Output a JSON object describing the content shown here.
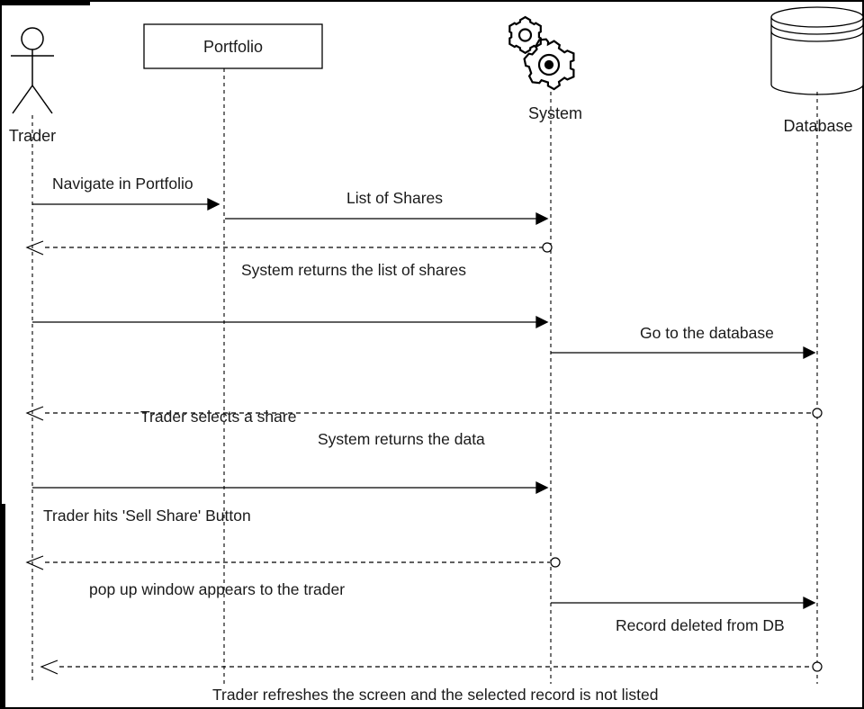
{
  "participants": {
    "trader": "Trader",
    "portfolio": "Portfolio",
    "system": "System",
    "database": "Database"
  },
  "messages": [
    "Navigate in Portfolio",
    "List of Shares",
    "System returns the list of shares",
    "Go to the database",
    "Trader selects a share",
    "System returns the data",
    "Trader hits 'Sell Share' Button",
    "pop up window appears to the trader",
    "Record deleted from DB",
    "Trader refreshes the screen and the selected record is not listed"
  ],
  "colors": {
    "line": "#000000",
    "text": "#1a1a1a",
    "frame": "#000000"
  }
}
